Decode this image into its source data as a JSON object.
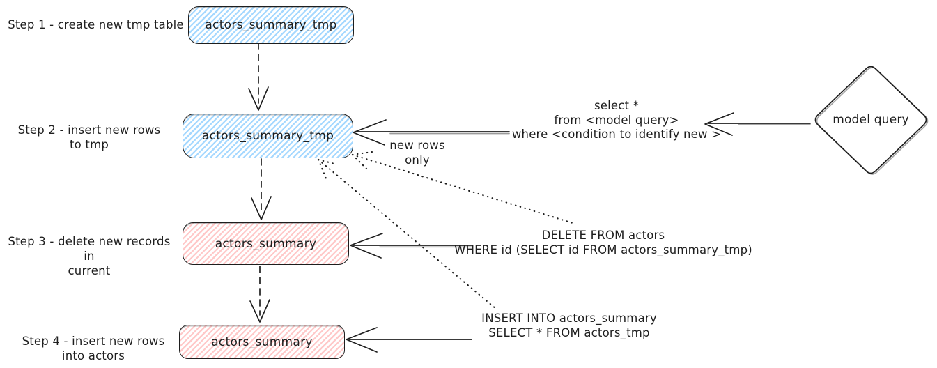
{
  "colors": {
    "stroke": "#1e1e1e",
    "blue_fill": "#a5d8ff",
    "red_fill": "#ffc9c9",
    "background": "#ffffff"
  },
  "steps": [
    {
      "label_lines": [
        "Step 1 - create new tmp table"
      ],
      "box": "actors_summary_tmp",
      "fill": "blue"
    },
    {
      "label_lines": [
        "Step 2 - insert new rows",
        "to tmp"
      ],
      "box": "actors_summary_tmp",
      "fill": "blue"
    },
    {
      "label_lines": [
        "Step 3 - delete new records in",
        "current"
      ],
      "box": "actors_summary",
      "fill": "red"
    },
    {
      "label_lines": [
        "Step 4 - insert new rows",
        "into actors"
      ],
      "box": "actors_summary",
      "fill": "red"
    }
  ],
  "annotations": {
    "new_rows_only": "new rows only",
    "select_query_lines": [
      "select *",
      "from <model query>",
      "where <condition to identify new >"
    ],
    "delete_query_lines": [
      "DELETE FROM actors",
      "WHERE id (SELECT id FROM actors_summary_tmp)"
    ],
    "insert_query_lines": [
      "INSERT INTO actors_summary",
      "SELECT * FROM actors_tmp"
    ]
  },
  "model_query": {
    "label": "model query"
  }
}
